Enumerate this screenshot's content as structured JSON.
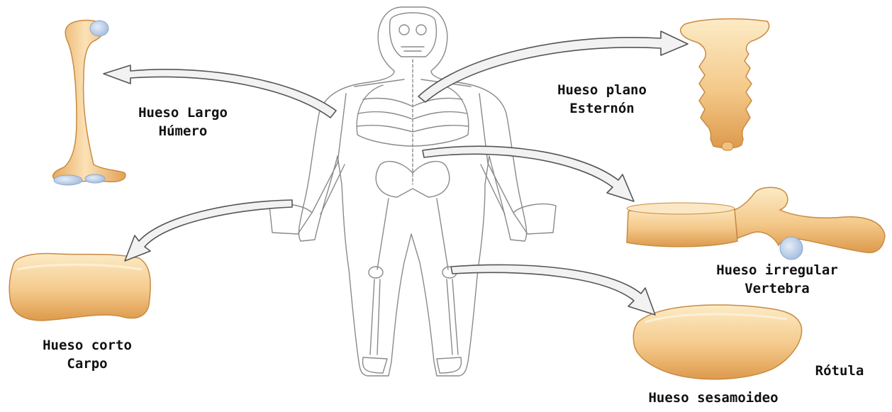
{
  "colors": {
    "bone_light": "#fbe0b0",
    "bone_mid": "#f2c07e",
    "bone_edge": "#d08a3c",
    "cartilage": "#b9cde8",
    "arrow_fill": "#f2f2f2",
    "arrow_stroke": "#555555",
    "skeleton_line": "#8a8a8a"
  },
  "labels": {
    "largo": {
      "line1": "Hueso Largo",
      "line2": "Húmero"
    },
    "plano": {
      "line1": "Hueso plano",
      "line2": "Esternón"
    },
    "irregular": {
      "line1": "Hueso irregular",
      "line2": "Vertebra"
    },
    "corto": {
      "line1": "Hueso corto",
      "line2": "Carpo"
    },
    "rotula": {
      "line1": "Rótula"
    },
    "sesamoideo": {
      "line1": "Hueso sesamoideo"
    }
  }
}
